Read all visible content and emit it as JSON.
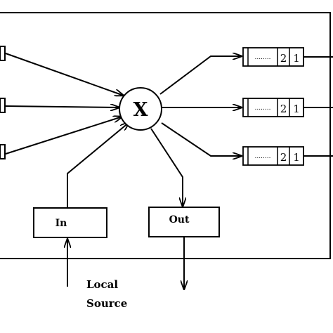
{
  "switch": {
    "label": "X"
  },
  "input_box": {
    "label": "In"
  },
  "output_box": {
    "label": "Out"
  },
  "queue_labels": {
    "dots": "........",
    "slot_2": "2",
    "slot_1": "1"
  },
  "local_source": {
    "line1": "Local",
    "line2": "Source"
  },
  "colors": {
    "stroke": "#000000",
    "background": "#ffffff"
  }
}
